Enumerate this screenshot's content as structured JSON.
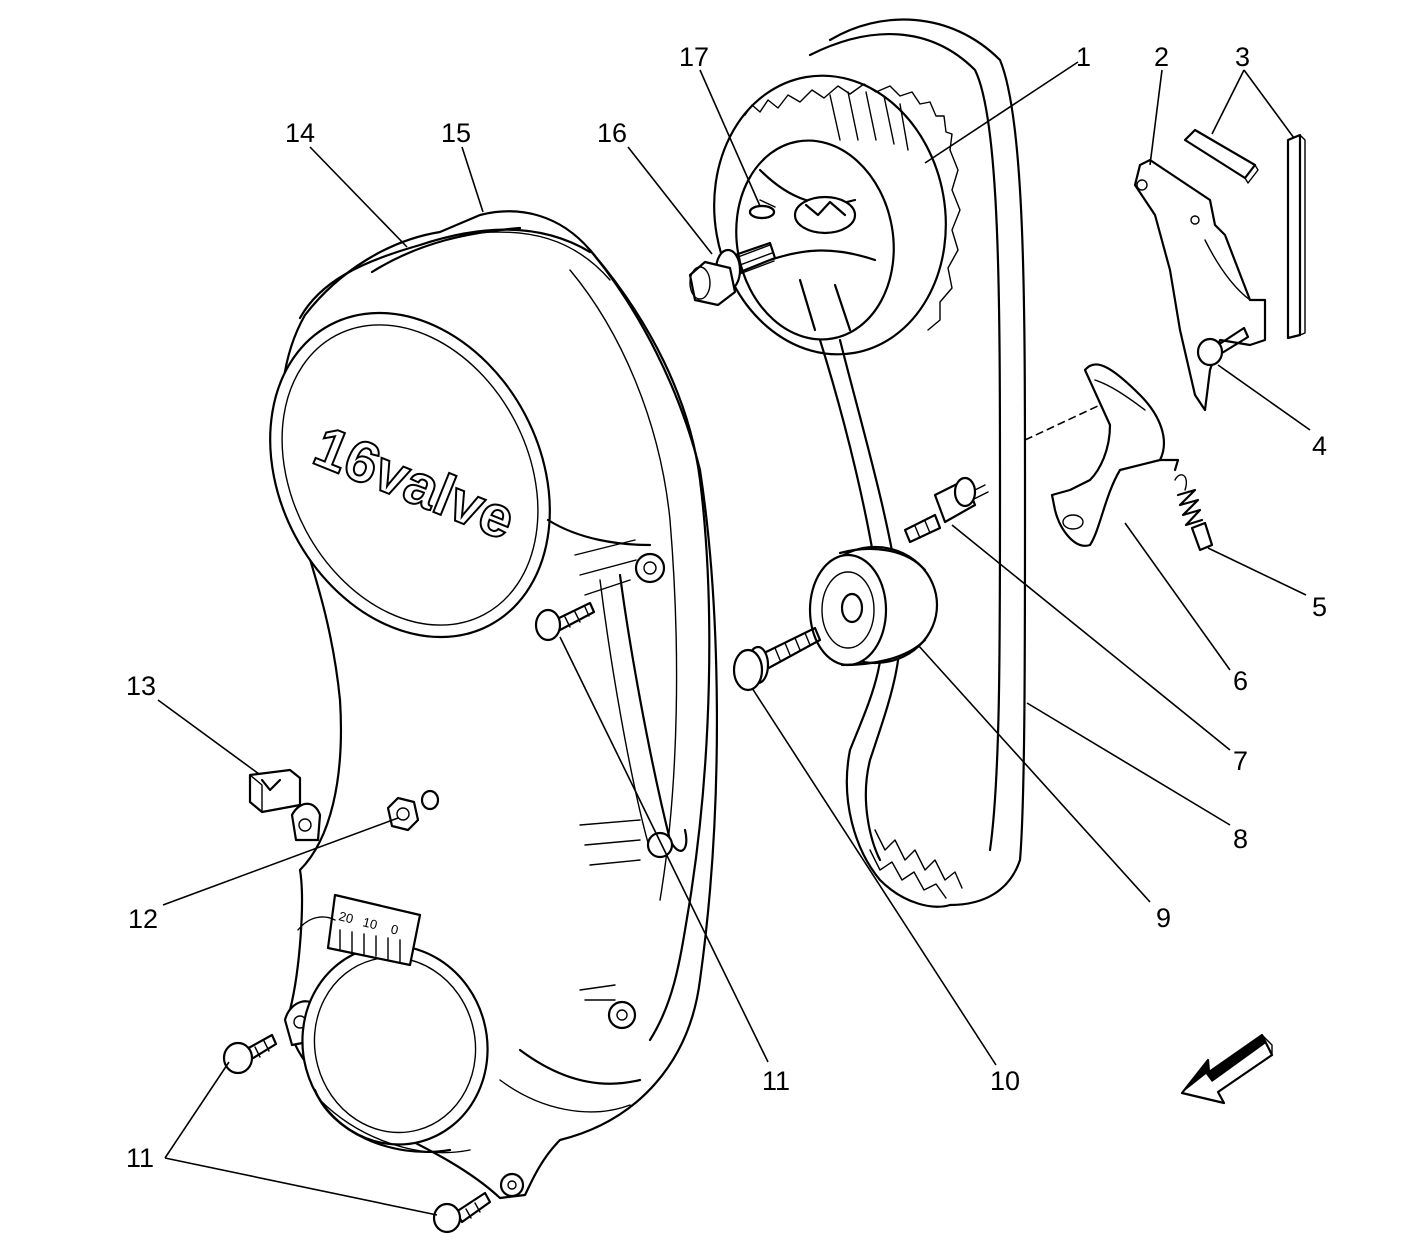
{
  "diagram": {
    "cover_embossing": "16valve",
    "timing_marks": [
      "20",
      "10",
      "0"
    ],
    "callouts": [
      {
        "label": "1"
      },
      {
        "label": "2"
      },
      {
        "label": "3"
      },
      {
        "label": "4"
      },
      {
        "label": "5"
      },
      {
        "label": "6"
      },
      {
        "label": "7"
      },
      {
        "label": "8"
      },
      {
        "label": "9"
      },
      {
        "label": "10"
      },
      {
        "label": "11"
      },
      {
        "label": "11"
      },
      {
        "label": "12"
      },
      {
        "label": "13"
      },
      {
        "label": "14"
      },
      {
        "label": "15"
      },
      {
        "label": "16"
      },
      {
        "label": "17"
      }
    ],
    "direction_arrow": "front-arrow"
  }
}
